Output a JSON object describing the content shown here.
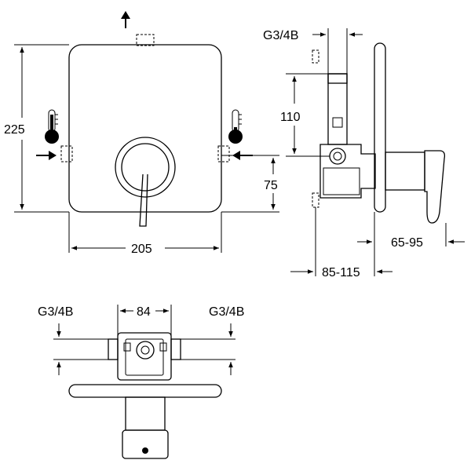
{
  "labels": {
    "height_225": "225",
    "width_205": "205",
    "inlet_75": "75",
    "connection_left_top": "G3/4B",
    "depth_110": "110",
    "handle_65_95": "65-95",
    "depth_85_115": "85-115",
    "spacing_84": "84",
    "connection_bottom_left": "G3/4B",
    "connection_bottom_right": "G3/4B"
  }
}
